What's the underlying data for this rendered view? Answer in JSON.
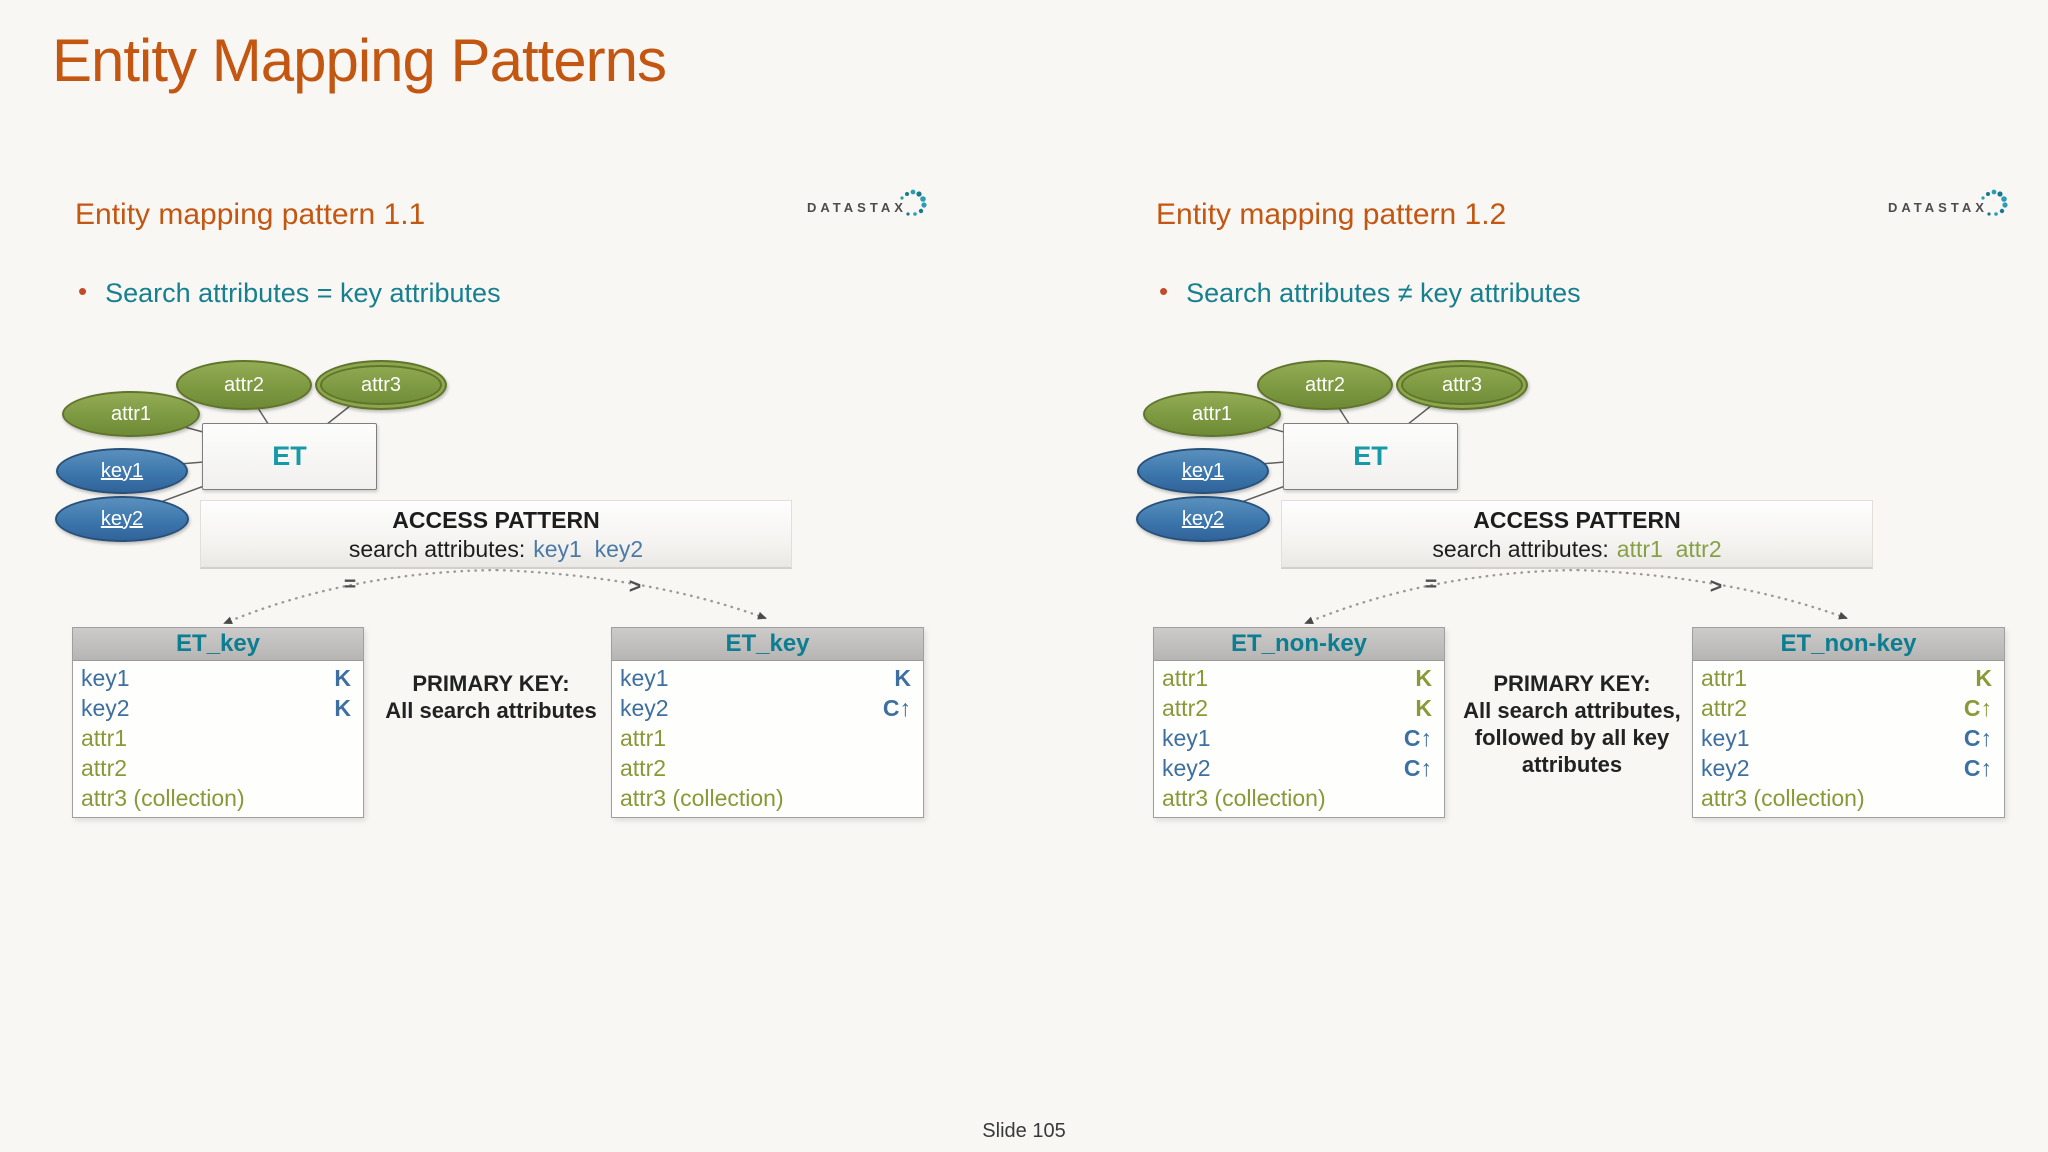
{
  "page": {
    "title": "Entity Mapping Patterns",
    "slide_label": "Slide 105",
    "bullet_marker": "•",
    "background": "#f8f7f4"
  },
  "colors": {
    "title_orange": "#c35712",
    "teal_text": "#17808f",
    "table_header_teal": "#0d7d91",
    "blue_field": "#3d6fa0",
    "olive_field": "#8a9838",
    "green_ellipse_fill": "#7d9941",
    "blue_ellipse_fill": "#3c77ad",
    "logo_dot_teal": "#2a9db5"
  },
  "panels": [
    {
      "title": "Entity mapping pattern 1.1",
      "logo_text": "DATASTAX",
      "bullet": "Search attributes = key attributes",
      "er_diagram": {
        "entity_label": "ET",
        "attributes": [
          "attr1",
          "attr2",
          "attr3"
        ],
        "keys": [
          "key1",
          "key2"
        ]
      },
      "access_pattern": {
        "heading": "ACCESS PATTERN",
        "label": "search attributes:",
        "values": "key1  key2",
        "values_color": "blue"
      },
      "branch_left_label": "=",
      "branch_right_label": ">",
      "primary_key_note": "PRIMARY KEY:\nAll search attributes",
      "tables": [
        {
          "name": "ET_key",
          "rows": [
            {
              "field": "key1",
              "badge": "K",
              "color": "blue"
            },
            {
              "field": "key2",
              "badge": "K",
              "color": "blue"
            },
            {
              "field": "attr1",
              "badge": "",
              "color": "olive"
            },
            {
              "field": "attr2",
              "badge": "",
              "color": "olive"
            },
            {
              "field": "attr3 (collection)",
              "badge": "",
              "color": "olive"
            }
          ]
        },
        {
          "name": "ET_key",
          "rows": [
            {
              "field": "key1",
              "badge": "K",
              "color": "blue"
            },
            {
              "field": "key2",
              "badge": "C↑",
              "color": "blue"
            },
            {
              "field": "attr1",
              "badge": "",
              "color": "olive"
            },
            {
              "field": "attr2",
              "badge": "",
              "color": "olive"
            },
            {
              "field": "attr3 (collection)",
              "badge": "",
              "color": "olive"
            }
          ]
        }
      ]
    },
    {
      "title": "Entity mapping pattern 1.2",
      "logo_text": "DATASTAX",
      "bullet": "Search attributes ≠ key attributes",
      "er_diagram": {
        "entity_label": "ET",
        "attributes": [
          "attr1",
          "attr2",
          "attr3"
        ],
        "keys": [
          "key1",
          "key2"
        ]
      },
      "access_pattern": {
        "heading": "ACCESS PATTERN",
        "label": "search attributes:",
        "values": "attr1  attr2",
        "values_color": "olive"
      },
      "branch_left_label": "=",
      "branch_right_label": ">",
      "primary_key_note": "PRIMARY KEY:\nAll search attributes,\nfollowed by all key\nattributes",
      "tables": [
        {
          "name": "ET_non-key",
          "rows": [
            {
              "field": "attr1",
              "badge": "K",
              "color": "olive"
            },
            {
              "field": "attr2",
              "badge": "K",
              "color": "olive"
            },
            {
              "field": "key1",
              "badge": "C↑",
              "color": "blue"
            },
            {
              "field": "key2",
              "badge": "C↑",
              "color": "blue"
            },
            {
              "field": "attr3 (collection)",
              "badge": "",
              "color": "olive"
            }
          ]
        },
        {
          "name": "ET_non-key",
          "rows": [
            {
              "field": "attr1",
              "badge": "K",
              "color": "olive"
            },
            {
              "field": "attr2",
              "badge": "C↑",
              "color": "olive"
            },
            {
              "field": "key1",
              "badge": "C↑",
              "color": "blue"
            },
            {
              "field": "key2",
              "badge": "C↑",
              "color": "blue"
            },
            {
              "field": "attr3 (collection)",
              "badge": "",
              "color": "olive"
            }
          ]
        }
      ]
    }
  ]
}
